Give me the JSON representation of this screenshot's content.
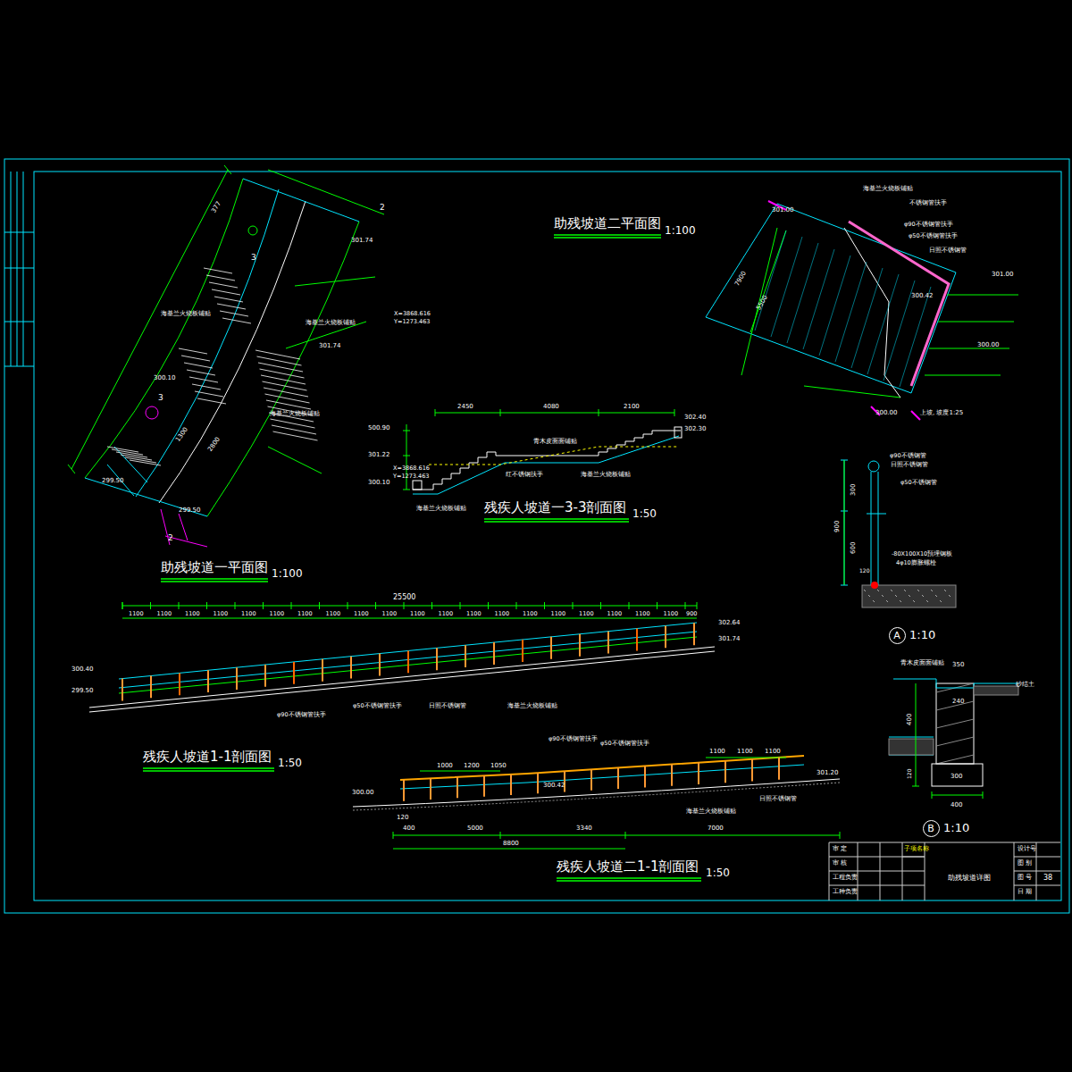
{
  "diagram": {
    "nodes": [
      {
        "text": [
          "A"
        ]
      },
      {
        "text": [
          "B"
        ]
      },
      {
        "text": [
          "助残坡道详图"
        ]
      },
      {
        "text": [
          "38"
        ]
      }
    ],
    "labels": [
      "助残坡道二平面图",
      "1:100",
      "助残坡道一平面图",
      "1:100",
      "残疾人坡道一3-3剖面图",
      "1:50",
      "残疾人坡道1-1剖面图",
      "1:50",
      "残疾人坡道二1-1剖面图",
      "1:50",
      "1:10",
      "1:10",
      "377",
      "301.74",
      "301.74",
      "300.10",
      "299.50",
      "299.50",
      "X=3868.616",
      "Y=1273.463",
      "X=3868.616",
      "Y=1273.463",
      "海基兰火烧板铺贴",
      "海基兰火烧板铺贴",
      "海基兰火烧板铺贴",
      "2",
      "2",
      "3",
      "3",
      "1300",
      "2800",
      "2450",
      "4080",
      "2100",
      "302.40",
      "302.30",
      "500.90",
      "301.22",
      "300.10",
      "青木皮面面铺贴",
      "红不锈钢扶手",
      "海基兰火烧板铺贴",
      "海基兰火烧板铺贴",
      "25500",
      "1100",
      "1100",
      "1100",
      "1100",
      "1100",
      "1100",
      "1100",
      "1100",
      "1100",
      "1100",
      "1100",
      "1100",
      "1100",
      "1100",
      "1100",
      "1100",
      "1100",
      "1100",
      "1100",
      "1100",
      "900",
      "300.40",
      "299.50",
      "302.64",
      "301.74",
      "φ90不锈钢管扶手",
      "φ50不锈钢管扶手",
      "日照不锈钢管",
      "海基兰火烧板铺贴",
      "φ90不锈钢管扶手",
      "φ50不锈钢管扶手",
      "1000",
      "1200",
      "1050",
      "1100",
      "1100",
      "1100",
      "300.00",
      "300.42",
      "301.20",
      "120",
      "400",
      "5000",
      "3340",
      "7000",
      "8800",
      "海基兰火烧板铺贴",
      "日照不锈钢管",
      "φ90不锈钢管",
      "日照不锈钢管",
      "φ50不锈钢管",
      "900",
      "300",
      "600",
      "-80X100X10預埋钢板",
      "4φ10膨胀螺栓",
      "120",
      "青木皮面面铺贴",
      "350",
      "砂结土",
      "240",
      "400",
      "120",
      "300",
      "400",
      "海基兰火烧板铺贴",
      "不锈钢管扶手",
      "φ90不锈钢管扶手",
      "φ50不锈钢管扶手",
      "日照不锈钢管",
      "301.00",
      "300.42",
      "301.00",
      "300.00",
      "300.00",
      "上坡, 坡度1:25",
      "7900",
      "5500",
      "子项名称",
      "审 定",
      "审 核",
      "工程负责",
      "工种负责",
      "设计号",
      "图 别",
      "图 号",
      "日 期"
    ]
  }
}
